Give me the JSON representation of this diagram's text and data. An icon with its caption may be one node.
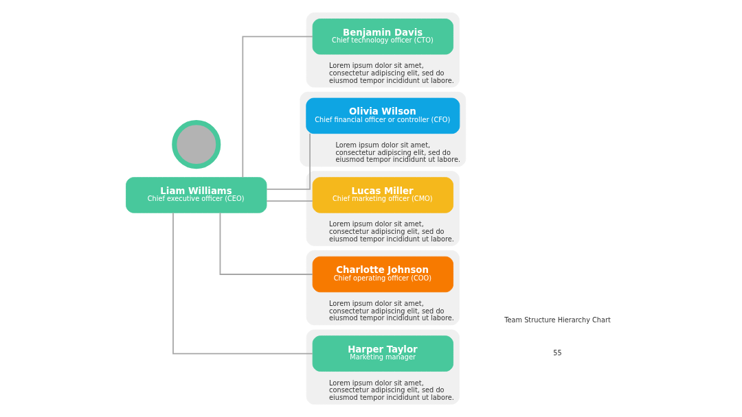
{
  "diagram": {
    "nodes": [
      {
        "text": [],
        "shape": "circle"
      },
      {
        "text": [
          "Liam Williams",
          "Chief executive officer (CEO)"
        ]
      },
      {
        "text": [
          "Lorem ipsum dolor sit amet, consectetur adipiscing elit, sed do eiusmod tempor incididunt ut labore."
        ]
      },
      {
        "text": [
          "Benjamin Davis",
          "Chief technology officer (CTO)"
        ],
        "in": 2
      },
      {
        "text": [
          "Lorem ipsum dolor sit amet, consectetur adipiscing elit, sed do eiusmod tempor incididunt ut labore."
        ]
      },
      {
        "text": [
          "Olivia Wilson",
          "Chief financial officer or controller (CFO)"
        ],
        "in": 4
      },
      {
        "text": [
          "Lorem ipsum dolor sit amet, consectetur adipiscing elit, sed do eiusmod tempor incididunt ut labore."
        ]
      },
      {
        "text": [
          "Lucas Miller",
          "Chief marketing officer (CMO)"
        ],
        "in": 6
      },
      {
        "text": [
          "Lorem ipsum dolor sit amet, consectetur adipiscing elit, sed do eiusmod tempor incididunt ut labore."
        ]
      },
      {
        "text": [
          "Charlotte Johnson",
          "Chief operating officer (COO)"
        ],
        "in": 8
      },
      {
        "text": [
          "Lorem ipsum dolor sit amet, consectetur adipiscing elit, sed do eiusmod tempor incididunt ut labore."
        ]
      },
      {
        "text": [
          "Harper Taylor",
          "Marketing manager"
        ],
        "in": 10
      }
    ],
    "edges": [
      {
        "from": 1,
        "to": 3,
        "arrow": "none"
      },
      {
        "from": 1,
        "to": 5,
        "arrow": "none"
      },
      {
        "from": 1,
        "to": 7,
        "arrow": "none"
      },
      {
        "from": 1,
        "to": 9,
        "arrow": "none"
      },
      {
        "from": 1,
        "to": 11,
        "arrow": "none"
      }
    ],
    "labels": [
      "Team Structure Hierarchy Chart",
      "55"
    ]
  }
}
